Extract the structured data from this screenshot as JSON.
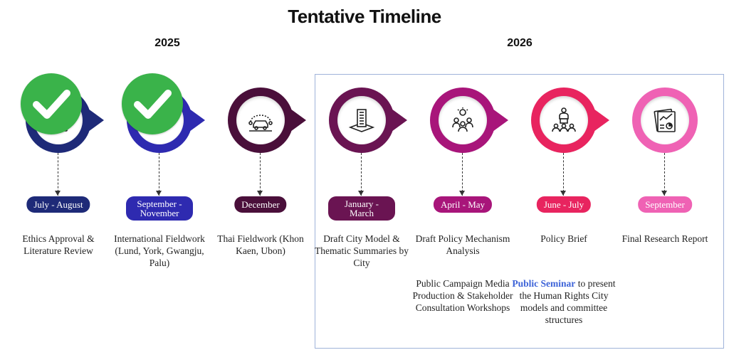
{
  "title": "Tentative Timeline",
  "years": [
    {
      "label": "2025"
    },
    {
      "label": "2026"
    }
  ],
  "steps": [
    {
      "period": "July - August",
      "description": "Ethics Approval & Literature Review",
      "icon": "document-icon",
      "color": "#1e2a78",
      "completed": true
    },
    {
      "period": "September - November",
      "description": "International Fieldwork (Lund, York, Gwangju, Palu)",
      "icon": "globe-location-icon",
      "color": "#2e2ab0",
      "completed": true
    },
    {
      "period": "December",
      "description": "Thai Fieldwork (Khon Kaen, Ubon)",
      "icon": "car-route-icon",
      "color": "#4a0f3a",
      "completed": false
    },
    {
      "period": "January - March",
      "description": "Draft City Model & Thematic Summaries by City",
      "icon": "building-icon",
      "color": "#6a1452",
      "completed": false
    },
    {
      "period": "April - May",
      "description": "Draft Policy Mechanism Analysis",
      "extra": "Public Campaign Media Production & Stakeholder Consultation Workshops",
      "icon": "team-idea-icon",
      "color": "#a8157a",
      "completed": false
    },
    {
      "period": "June - July",
      "description": "Policy Brief",
      "extra_highlight": "Public Seminar",
      "extra_rest": " to present the Human Rights City models and committee structures",
      "icon": "seminar-icon",
      "color": "#e8245f",
      "completed": false
    },
    {
      "period": "September",
      "description": "Final Research Report",
      "icon": "report-chart-icon",
      "color": "#ef62b4",
      "completed": false
    }
  ]
}
